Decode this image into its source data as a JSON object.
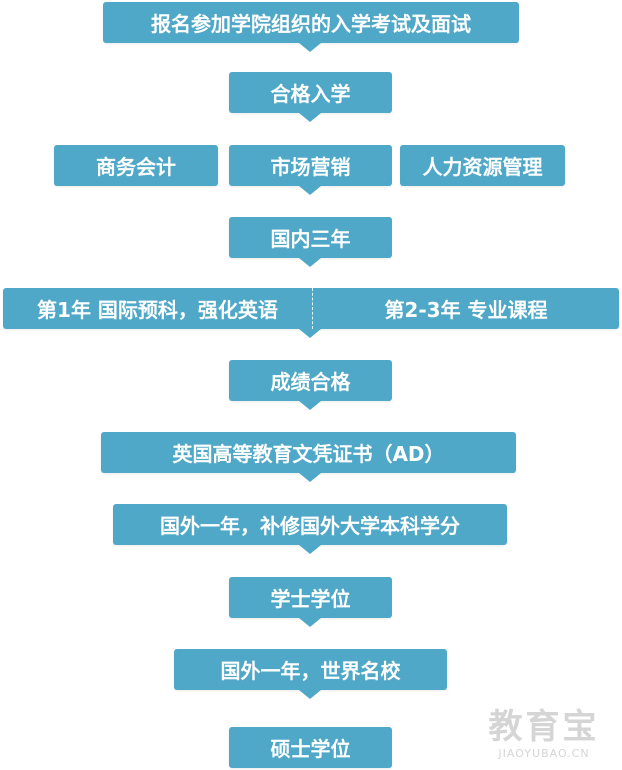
{
  "flow": {
    "step1": "报名参加学院组织的入学考试及面试",
    "step2": "合格入学",
    "majors": [
      "商务会计",
      "市场营销",
      "人力资源管理"
    ],
    "step3": "国内三年",
    "phase_left": "第1年 国际预科，强化英语",
    "phase_right": "第2-3年 专业课程",
    "step4": "成绩合格",
    "step5": "英国高等教育文凭证书（AD）",
    "step6": "国外一年，补修国外大学本科学分",
    "step7": "学士学位",
    "step8": "国外一年，世界名校",
    "step9": "硕士学位"
  },
  "watermark": {
    "main": "教育宝",
    "sub": "JIAOYUBAO.CN"
  },
  "colors": {
    "box": "#4fa8c7",
    "text": "#ffffff",
    "watermark": "#d5d5d5"
  }
}
